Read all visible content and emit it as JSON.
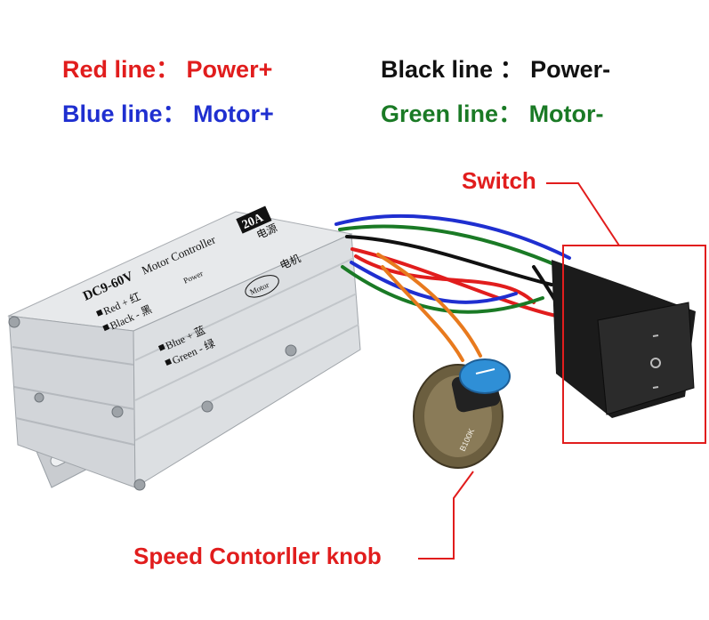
{
  "legend": {
    "red": {
      "name": "Red line：",
      "value": "Power+",
      "color": "#e11d1d"
    },
    "black": {
      "name": "Black line ：",
      "value": "Power-",
      "color": "#111111"
    },
    "blue": {
      "name": "Blue line：",
      "value": "Motor+",
      "color": "#1f2fd0"
    },
    "green": {
      "name": "Green line：",
      "value": "Motor-",
      "color": "#1a7a25"
    }
  },
  "callouts": {
    "switch": "Switch",
    "knob": "Speed Contorller knob"
  },
  "controller_label": {
    "voltage": "DC9-60V",
    "title": "Motor Controller",
    "current": "20A",
    "power_cn": "电源",
    "motor_cn": "电机",
    "red": "Red + 红",
    "black": "Black - 黑",
    "blue": "Blue + 蓝",
    "green": "Green - 绿",
    "power_word": "Power",
    "motor_word": "Motor"
  },
  "knob_marking": "B100K",
  "colors": {
    "callout": "#e11d1d",
    "housing": "#d9dcdf",
    "switch_body": "#1b1b1b",
    "knob_cap": "#2f8fd6"
  }
}
